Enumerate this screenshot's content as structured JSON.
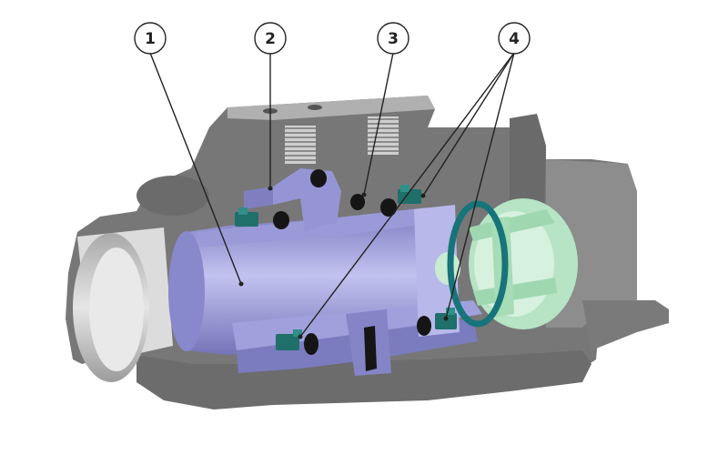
{
  "callouts": [
    {
      "id": "1",
      "label": "1"
    },
    {
      "id": "2",
      "label": "2"
    },
    {
      "id": "3",
      "label": "3"
    },
    {
      "id": "4",
      "label": "4"
    }
  ],
  "colors": {
    "housing": "#8a8a8a",
    "housing_dark": "#5f5f5f",
    "housing_light": "#b4b4b4",
    "bore": "#d9d9d9",
    "rotor": "#8f8fd0",
    "rotor_light": "#b3b3e8",
    "rotor_dark": "#6f6fb0",
    "seal": "#1f6f6a",
    "oring": "#1a1a1a",
    "cage": "#b8e6c6",
    "cage_dark": "#8fcfa2",
    "ring": "#17747a"
  }
}
